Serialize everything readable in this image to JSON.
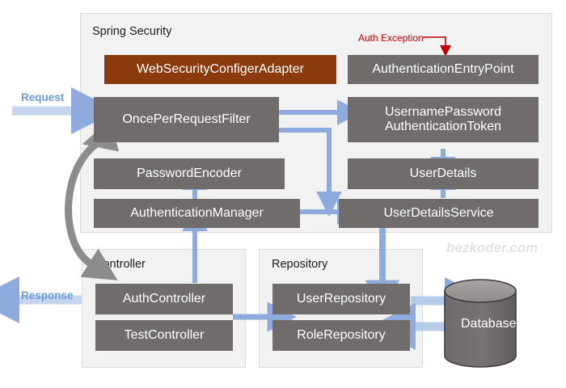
{
  "diagram": {
    "watermark": "bezkoder.com",
    "colors": {
      "box_gray": "#6F6C6B",
      "box_brown": "#8A3A0C",
      "panel_bg": "#F2F2F2",
      "arrow_blue": "#8FAADC",
      "arrow_gray": "#8C8C8C",
      "label_blue": "#6C9BD9",
      "label_red": "#C00000",
      "canvas": "#FFFFFF"
    },
    "flow_labels": {
      "request": "Request",
      "response": "Response",
      "auth_exception": "Auth Exception"
    },
    "panels": [
      {
        "id": "spring-security",
        "title": "Spring Security"
      },
      {
        "id": "controller",
        "title": "Controller"
      },
      {
        "id": "repository",
        "title": "Repository"
      }
    ],
    "spring_security_boxes": [
      {
        "id": "web-security-configer-adapter",
        "label": "WebSecurityConfigerAdapter",
        "style": "brown"
      },
      {
        "id": "authentication-entry-point",
        "label": "AuthenticationEntryPoint",
        "style": "gray"
      },
      {
        "id": "once-per-request-filter",
        "label": "OncePerRequestFilter",
        "style": "gray"
      },
      {
        "id": "username-password-authentication-token",
        "label": "UsernamePassword\nAuthenticationToken",
        "line1": "UsernamePassword",
        "line2": "AuthenticationToken",
        "style": "gray"
      },
      {
        "id": "password-encoder",
        "label": "PasswordEncoder",
        "style": "gray"
      },
      {
        "id": "user-details",
        "label": "UserDetails",
        "style": "gray"
      },
      {
        "id": "authentication-manager",
        "label": "AuthenticationManager",
        "style": "gray"
      },
      {
        "id": "user-details-service",
        "label": "UserDetailsService",
        "style": "gray"
      }
    ],
    "controller_boxes": [
      {
        "id": "auth-controller",
        "label": "AuthController"
      },
      {
        "id": "test-controller",
        "label": "TestController"
      }
    ],
    "repository_boxes": [
      {
        "id": "user-repository",
        "label": "UserRepository"
      },
      {
        "id": "role-repository",
        "label": "RoleRepository"
      }
    ],
    "database": {
      "id": "database",
      "label": "Database"
    }
  }
}
